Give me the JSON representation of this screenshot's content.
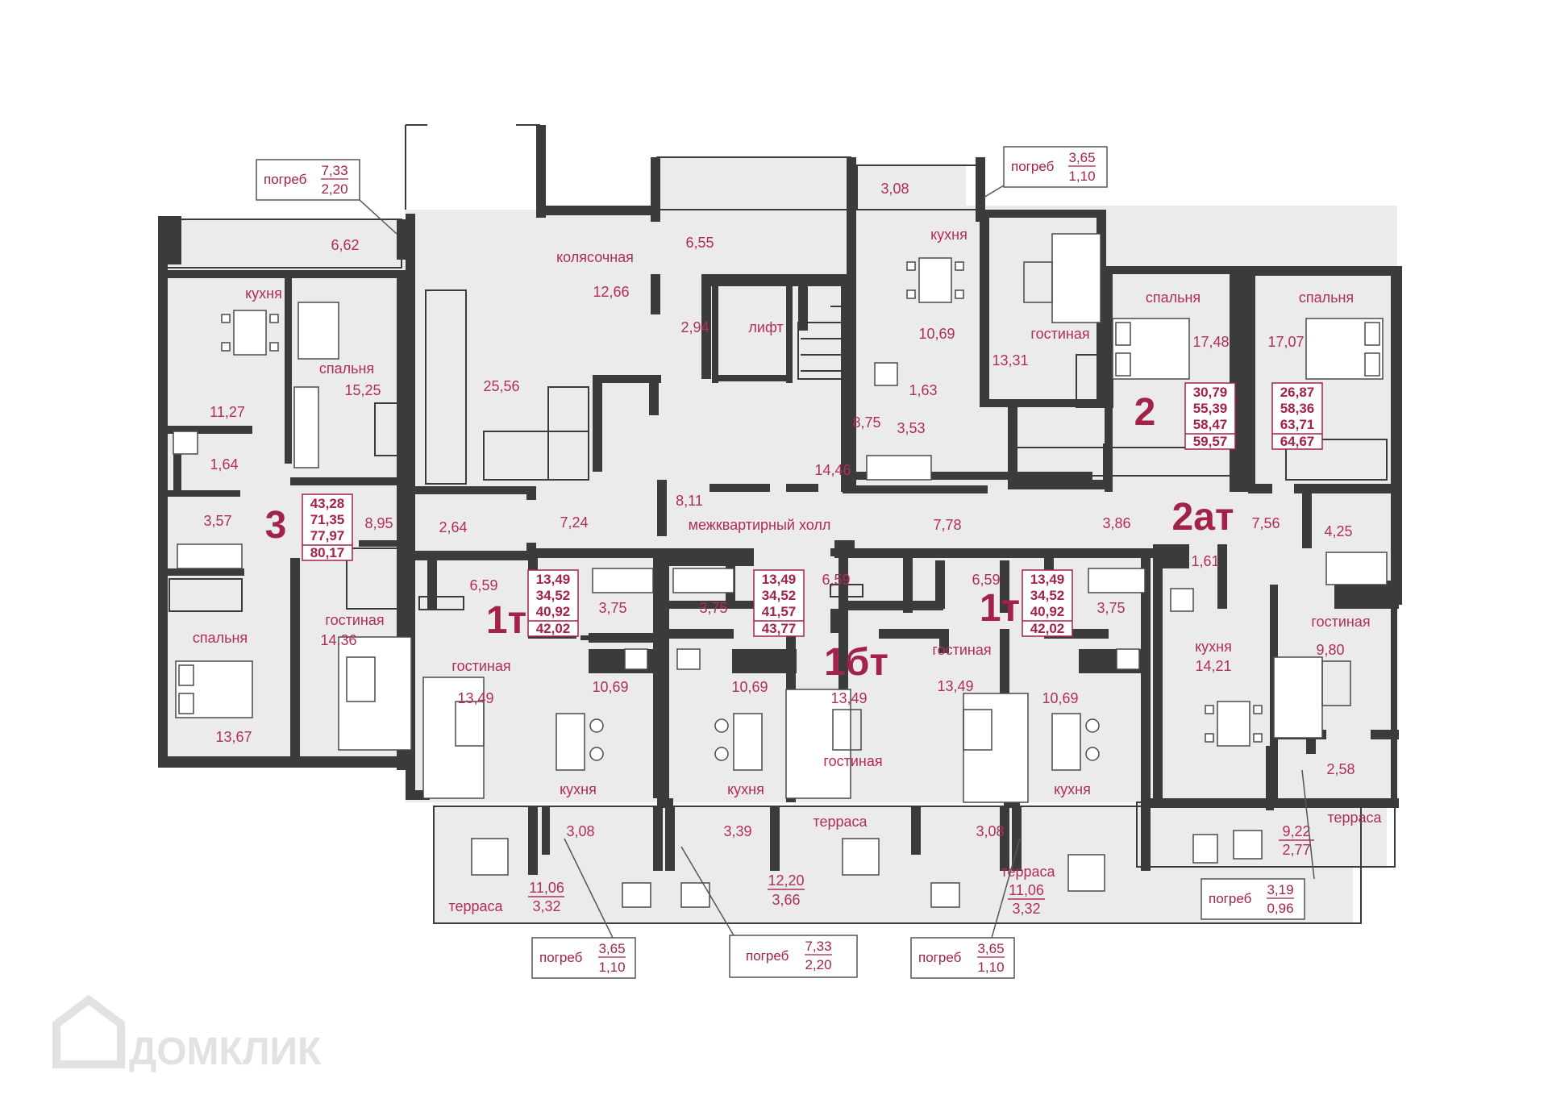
{
  "watermark": {
    "text": "ДОМКЛИК"
  },
  "colors": {
    "accent": "#a3224a",
    "wall": "#3b3b3b",
    "floor": "#ebebeb"
  },
  "rooms": [
    {
      "id": "r-3-terrace",
      "label": "",
      "area": "6,62"
    },
    {
      "id": "r-3-kitchen",
      "label": "кухня",
      "area": "11,27"
    },
    {
      "id": "r-3-bed1",
      "label": "спальня",
      "area": "15,25"
    },
    {
      "id": "r-3-wc",
      "label": "",
      "area": "1,64"
    },
    {
      "id": "r-3-bath",
      "label": "",
      "area": "3,57"
    },
    {
      "id": "r-3-hall",
      "label": "",
      "area": "8,95"
    },
    {
      "id": "r-3-bed2",
      "label": "спальня",
      "area": "13,67"
    },
    {
      "id": "r-3-living",
      "label": "гостиная",
      "area": "14,36"
    },
    {
      "id": "r-stair",
      "label": "",
      "area": "25,56"
    },
    {
      "id": "r-pram",
      "label": "колясочная",
      "area": "12,66"
    },
    {
      "id": "r-655",
      "label": "",
      "area": "6,55"
    },
    {
      "id": "r-294",
      "label": "",
      "area": "2,94"
    },
    {
      "id": "r-lift",
      "label": "лифт",
      "area": ""
    },
    {
      "id": "r-1446",
      "label": "",
      "area": "14,46"
    },
    {
      "id": "r-811",
      "label": "",
      "area": "8,11"
    },
    {
      "id": "r-264",
      "label": "",
      "area": "2,64"
    },
    {
      "id": "r-724",
      "label": "",
      "area": "7,24"
    },
    {
      "id": "r-hall",
      "label": "межквартирный холл",
      "area": ""
    },
    {
      "id": "r-778",
      "label": "",
      "area": "7,78"
    },
    {
      "id": "r-2-terr",
      "label": "",
      "area": "3,08"
    },
    {
      "id": "r-2-kitchen",
      "label": "кухня",
      "area": "10,69"
    },
    {
      "id": "r-2-wc",
      "label": "",
      "area": "1,63"
    },
    {
      "id": "r-2-bath",
      "label": "",
      "area": "3,53"
    },
    {
      "id": "r-2-living",
      "label": "гостиная",
      "area": "13,31"
    },
    {
      "id": "r-2-hall",
      "label": "",
      "area": "8,75"
    },
    {
      "id": "r-2-bed",
      "label": "спальня",
      "area": "17,48"
    },
    {
      "id": "r-2at-bed",
      "label": "спальня",
      "area": "17,07"
    },
    {
      "id": "r-2at-hall1",
      "label": "",
      "area": "3,86"
    },
    {
      "id": "r-2at-hall2",
      "label": "",
      "area": "7,56"
    },
    {
      "id": "r-2at-bath",
      "label": "",
      "area": "4,25"
    },
    {
      "id": "r-2at-wc",
      "label": "",
      "area": "1,61"
    },
    {
      "id": "r-2at-kitchen",
      "label": "кухня",
      "area": "14,21"
    },
    {
      "id": "r-2at-living",
      "label": "гостиная",
      "area": "9,80"
    },
    {
      "id": "r-2at-258",
      "label": "",
      "area": "2,58"
    },
    {
      "id": "r-1a-hall",
      "label": "",
      "area": "6,59"
    },
    {
      "id": "r-1a-bath",
      "label": "",
      "area": "3,75"
    },
    {
      "id": "r-1a-living",
      "label": "гостиная",
      "area": "13,49"
    },
    {
      "id": "r-1a-kitchen",
      "label": "кухня",
      "area": "10,69"
    },
    {
      "id": "r-1a-308",
      "label": "",
      "area": "3,08"
    },
    {
      "id": "r-1b-bath",
      "label": "",
      "area": "3,75"
    },
    {
      "id": "r-1b-kitchen",
      "label": "кухня",
      "area": "10,69"
    },
    {
      "id": "r-1b-339",
      "label": "",
      "area": "3,39"
    },
    {
      "id": "r-1b-hall",
      "label": "",
      "area": "6,59"
    },
    {
      "id": "r-1b-living",
      "label": "гостиная",
      "area": "13,49"
    },
    {
      "id": "r-1c-hall",
      "label": "",
      "area": "6,59"
    },
    {
      "id": "r-1c-living",
      "label": "гостиная",
      "area": "13,49"
    },
    {
      "id": "r-1c-bath",
      "label": "",
      "area": "3,75"
    },
    {
      "id": "r-1c-kitchen",
      "label": "кухня",
      "area": "10,69"
    },
    {
      "id": "r-1c-308",
      "label": "",
      "area": "3,08"
    }
  ],
  "terraces": [
    {
      "id": "t-1a",
      "label": "терраса",
      "top": "11,06",
      "bottom": "3,32"
    },
    {
      "id": "t-1b",
      "label": "терраса",
      "top": "12,20",
      "bottom": "3,66"
    },
    {
      "id": "t-1c",
      "label": "терраса",
      "top": "11,06",
      "bottom": "3,32"
    },
    {
      "id": "t-2at",
      "label": "терраса",
      "top": "9,22",
      "bottom": "2,77"
    }
  ],
  "apartments": [
    {
      "id": "apt-3",
      "label": "3",
      "areas": [
        "43,28",
        "71,35",
        "77,97",
        "80,17"
      ]
    },
    {
      "id": "apt-2",
      "label": "2",
      "areas": [
        "30,79",
        "55,39",
        "58,47",
        "59,57"
      ]
    },
    {
      "id": "apt-2at",
      "label": "2ат",
      "areas": [
        "26,87",
        "58,36",
        "63,71",
        "64,67"
      ]
    },
    {
      "id": "apt-1a",
      "label": "1т",
      "areas": [
        "13,49",
        "34,52",
        "40,92",
        "42,02"
      ]
    },
    {
      "id": "apt-1b",
      "label": "1бт",
      "areas": [
        "13,49",
        "34,52",
        "41,57",
        "43,77"
      ]
    },
    {
      "id": "apt-1c",
      "label": "1т",
      "areas": [
        "13,49",
        "34,52",
        "40,92",
        "42,02"
      ]
    }
  ],
  "cellars": [
    {
      "id": "c-top-left",
      "label": "погреб",
      "top": "7,33",
      "bottom": "2,20"
    },
    {
      "id": "c-top-right",
      "label": "погреб",
      "top": "3,65",
      "bottom": "1,10"
    },
    {
      "id": "c-bottom-1",
      "label": "погреб",
      "top": "3,65",
      "bottom": "1,10"
    },
    {
      "id": "c-bottom-2",
      "label": "погреб",
      "top": "7,33",
      "bottom": "2,20"
    },
    {
      "id": "c-bottom-3",
      "label": "погреб",
      "top": "3,65",
      "bottom": "1,10"
    },
    {
      "id": "c-right",
      "label": "погреб",
      "top": "3,19",
      "bottom": "0,96"
    }
  ]
}
